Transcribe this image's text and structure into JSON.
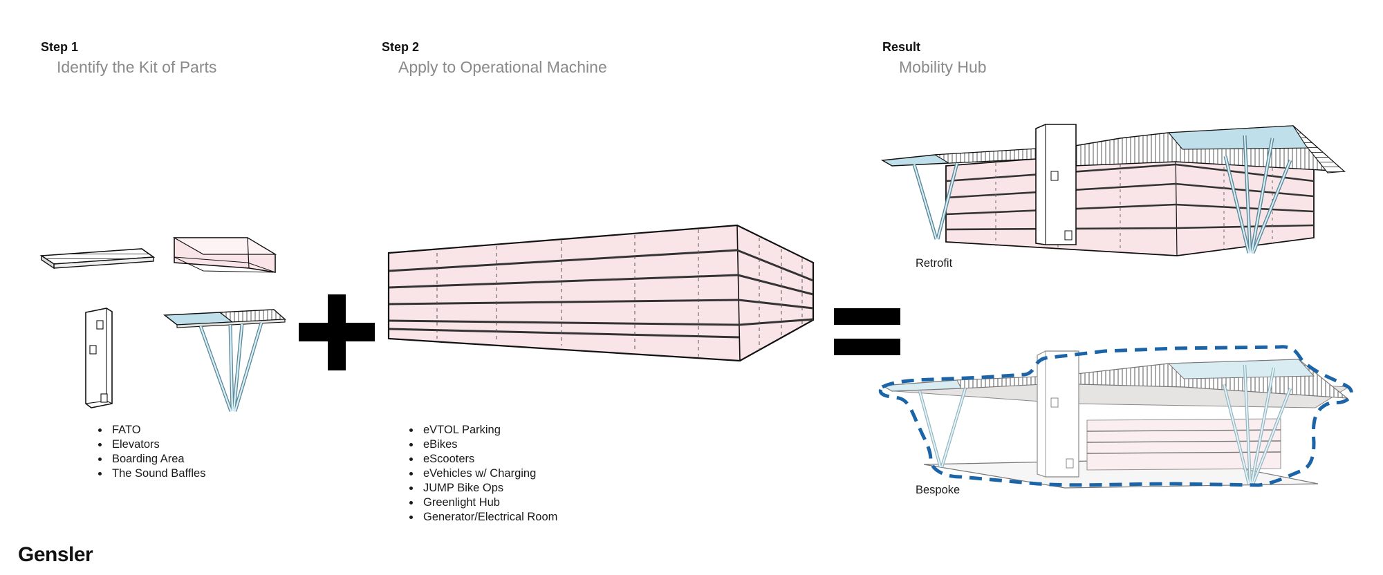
{
  "steps": [
    {
      "label": "Step 1",
      "title": "Identify the Kit of Parts",
      "items": [
        "FATO",
        "Elevators",
        "Boarding Area",
        "The Sound Baffles"
      ]
    },
    {
      "label": "Step 2",
      "title": "Apply to Operational Machine",
      "items": [
        "eVTOL Parking",
        "eBikes",
        "eScooters",
        "eVehicles w/ Charging",
        "JUMP Bike Ops",
        "Greenlight Hub",
        "Generator/Electrical Room"
      ]
    },
    {
      "label": "Result",
      "title": "Mobility Hub"
    }
  ],
  "captions": {
    "retrofit": "Retrofit",
    "bespoke": "Bespoke"
  },
  "brand": "Gensler",
  "colors": {
    "pink_fill": "#f9e5e8",
    "blue_fill": "#bfe0ea",
    "dash_blue": "#1b64a8",
    "ink": "#111111"
  }
}
